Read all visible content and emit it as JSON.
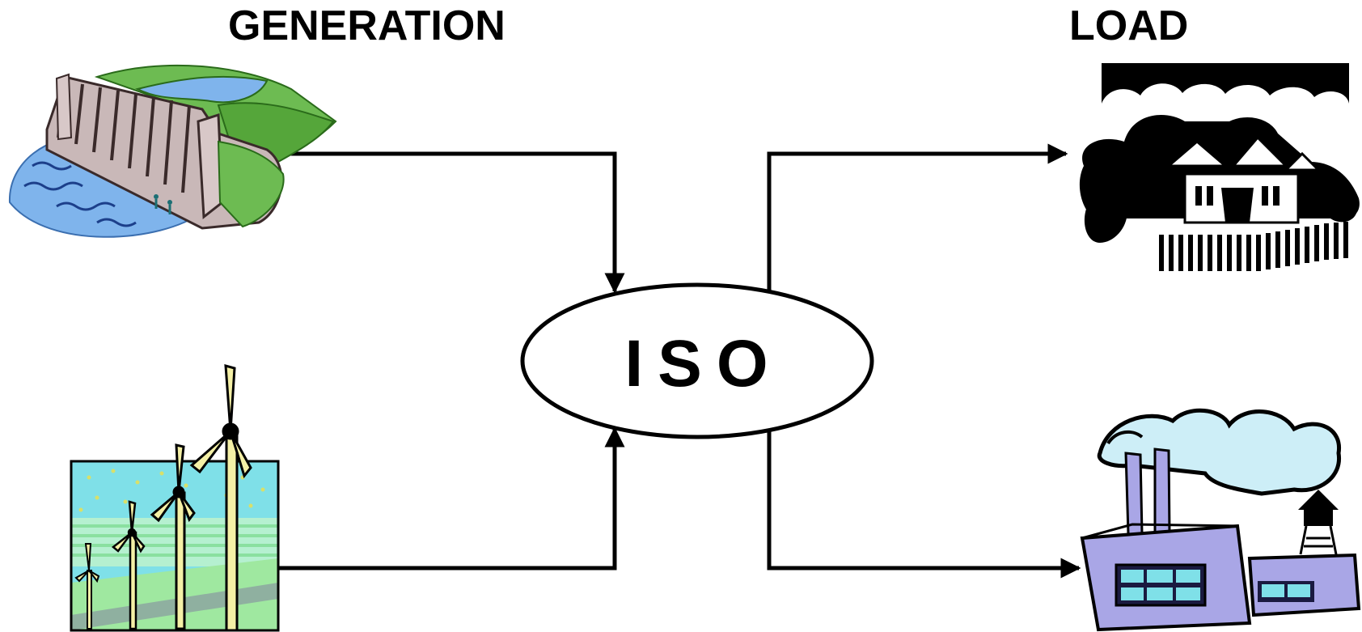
{
  "headings": {
    "generation": "GENERATION",
    "load": "LOAD"
  },
  "center": {
    "label": "ISO"
  },
  "nodes": {
    "sources": [
      {
        "icon": "hydroelectric-dam-icon"
      },
      {
        "icon": "wind-turbines-icon"
      }
    ],
    "loads": [
      {
        "icon": "residential-house-icon"
      },
      {
        "icon": "factory-icon"
      }
    ]
  },
  "colors": {
    "line": "#000000",
    "water": "#7fb4ec",
    "grass": "#55a63a",
    "dam": "#c9b8b8",
    "sky": "#7fe0e8",
    "ground": "#9fe8a0",
    "turbine": "#f4f0a6",
    "factory": "#a9a6e6",
    "smoke": "#cdeef7"
  }
}
